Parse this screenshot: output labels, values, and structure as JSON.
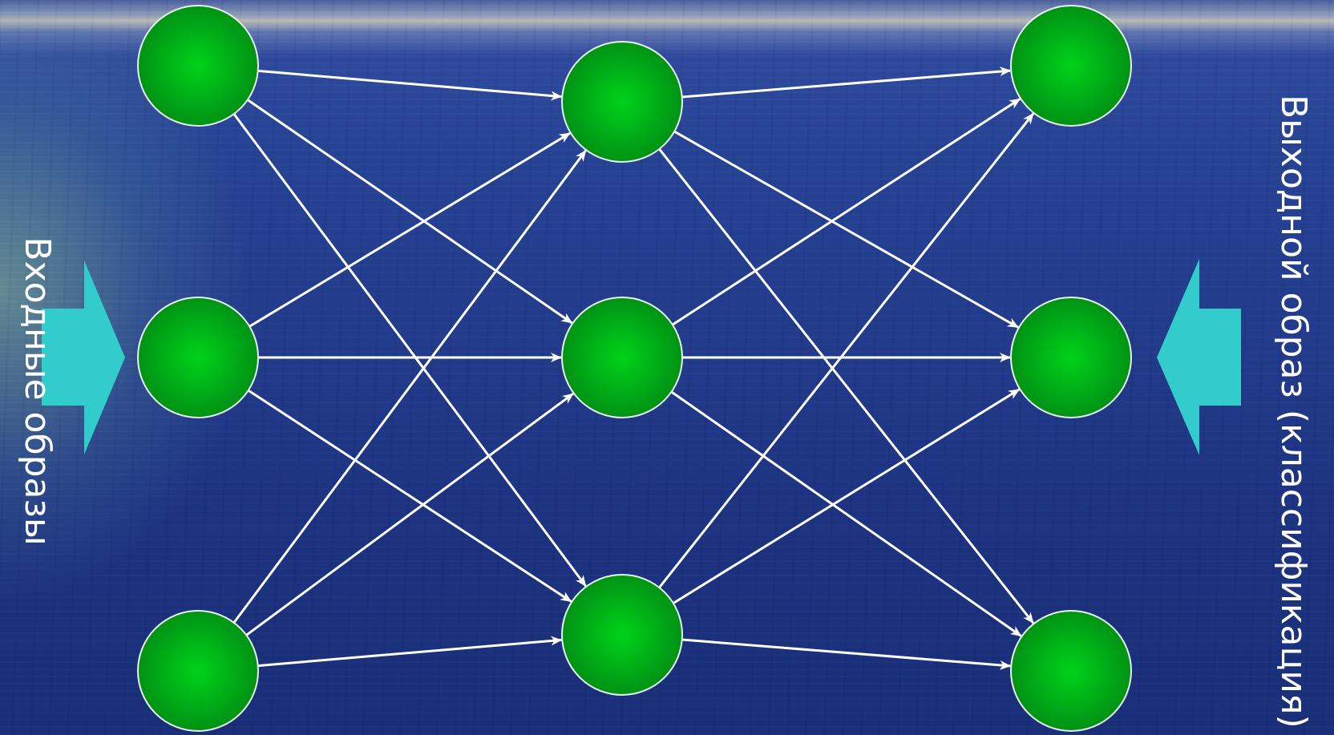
{
  "labels": {
    "input": "Входные образы",
    "output": "Выходной образ (классификация)"
  },
  "diagram": {
    "type": "neural-network",
    "layers": [
      {
        "name": "input",
        "nodes": 3
      },
      {
        "name": "hidden",
        "nodes": 3
      },
      {
        "name": "output",
        "nodes": 3
      }
    ],
    "connections": "fully-connected",
    "colors": {
      "node_fill_center": "#00d21a",
      "node_fill_edge": "#008c14",
      "node_stroke": "#e8f0e8",
      "edge": "#ffffff",
      "arrow_shape": "#33cccc",
      "text": "#ffffff"
    }
  }
}
